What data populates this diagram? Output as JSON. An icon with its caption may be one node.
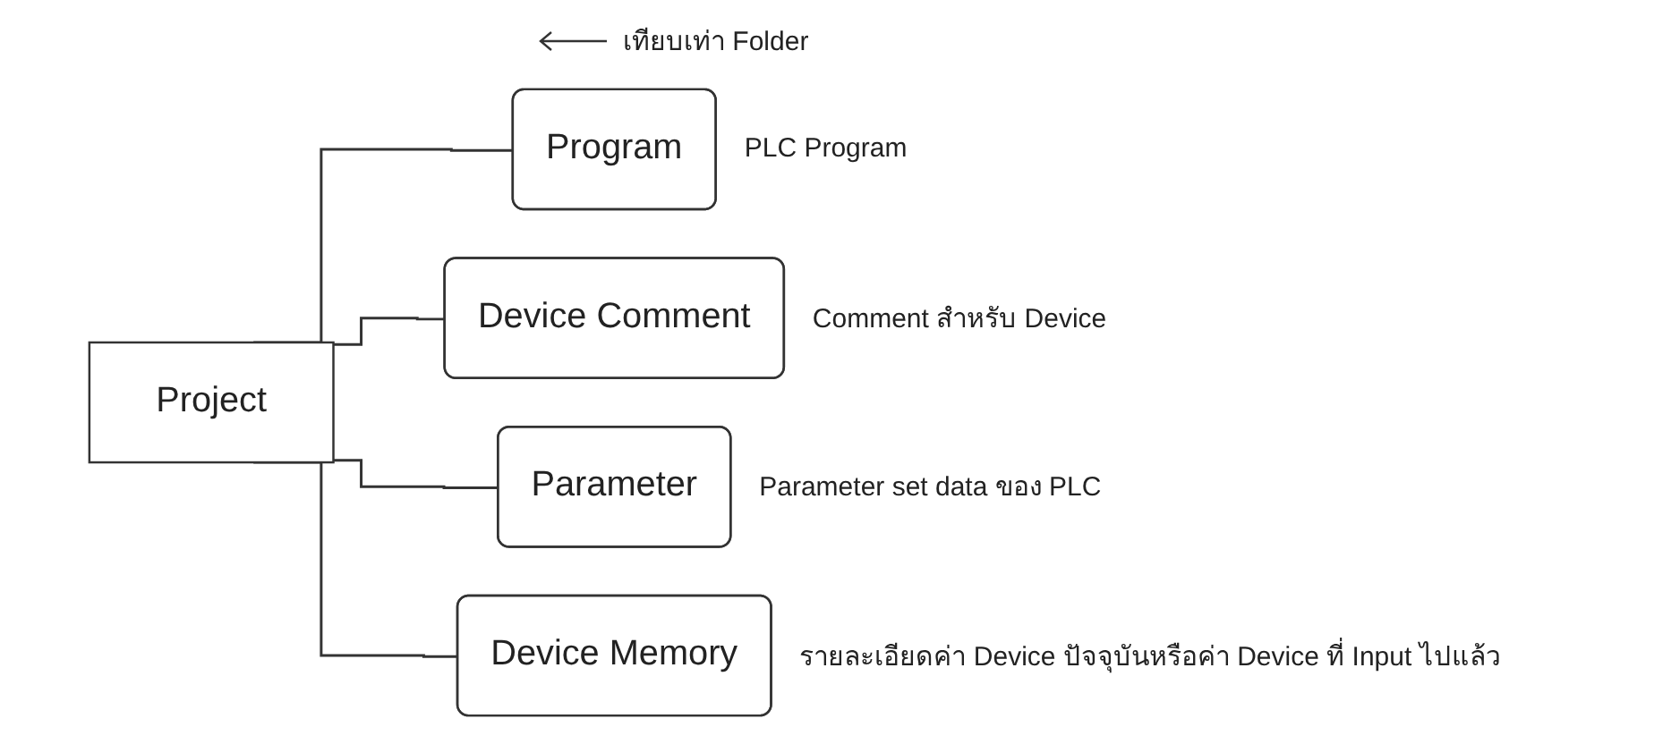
{
  "diagram": {
    "nodes": [
      {
        "text": [
          "Project"
        ]
      },
      {
        "text": [
          "Program"
        ],
        "beside": [
          "PLC Program"
        ]
      },
      {
        "text": [
          "Device Comment"
        ],
        "beside": [
          "Comment สำหรับ Device"
        ]
      },
      {
        "text": [
          "Parameter"
        ],
        "beside": [
          "Parameter set data ของ PLC"
        ]
      },
      {
        "text": [
          "Device Memory"
        ],
        "beside": [
          "รายละเอียดค่า Device ปัจจุบันหรือค่า Device ที่ Input ไปแล้ว"
        ]
      }
    ],
    "edges": [
      {
        "from": 0,
        "to": 1,
        "arrow": "none"
      },
      {
        "from": 0,
        "to": 2,
        "arrow": "none"
      },
      {
        "from": 0,
        "to": 3,
        "arrow": "none"
      },
      {
        "from": 0,
        "to": 4,
        "arrow": "none"
      }
    ],
    "labels": [
      "เทียบเท่า Folder"
    ]
  }
}
